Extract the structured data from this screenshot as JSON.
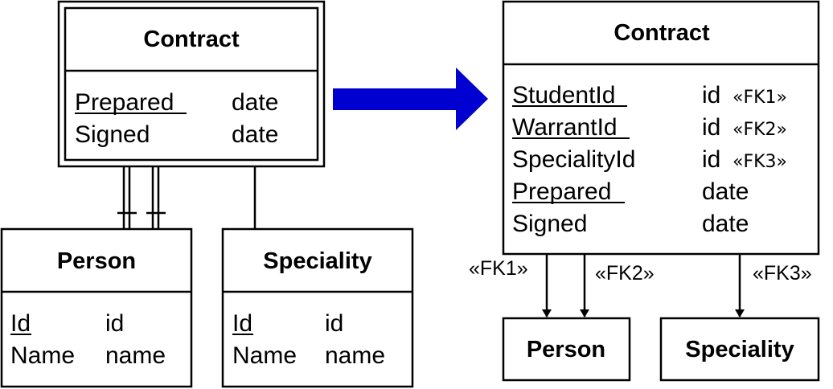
{
  "colors": {
    "arrow": "#0000d0",
    "line": "#000000",
    "background": "#ffffff"
  },
  "left": {
    "contract": {
      "title": "Contract",
      "attrs": [
        {
          "name": "Prepared",
          "type": "date"
        },
        {
          "name": "Signed",
          "type": "date"
        }
      ]
    },
    "person": {
      "title": "Person",
      "attrs": [
        {
          "name": "Id",
          "type": "id"
        },
        {
          "name": "Name",
          "type": "name"
        }
      ]
    },
    "speciality": {
      "title": "Speciality",
      "attrs": [
        {
          "name": "Id",
          "type": "id"
        },
        {
          "name": "Name",
          "type": "name"
        }
      ]
    }
  },
  "right": {
    "contract": {
      "title": "Contract",
      "attrs": [
        {
          "name": "StudentId",
          "type": "id",
          "fk": "«FK1»"
        },
        {
          "name": "WarrantId",
          "type": "id",
          "fk": "«FK2»"
        },
        {
          "name": "SpecialityId",
          "type": "id",
          "fk": "«FK3»"
        },
        {
          "name": "Prepared",
          "type": "date"
        },
        {
          "name": "Signed",
          "type": "date"
        }
      ]
    },
    "person": {
      "title": "Person"
    },
    "speciality": {
      "title": "Speciality"
    },
    "fk_labels": [
      "«FK1»",
      "«FK2»",
      "«FK3»"
    ]
  }
}
